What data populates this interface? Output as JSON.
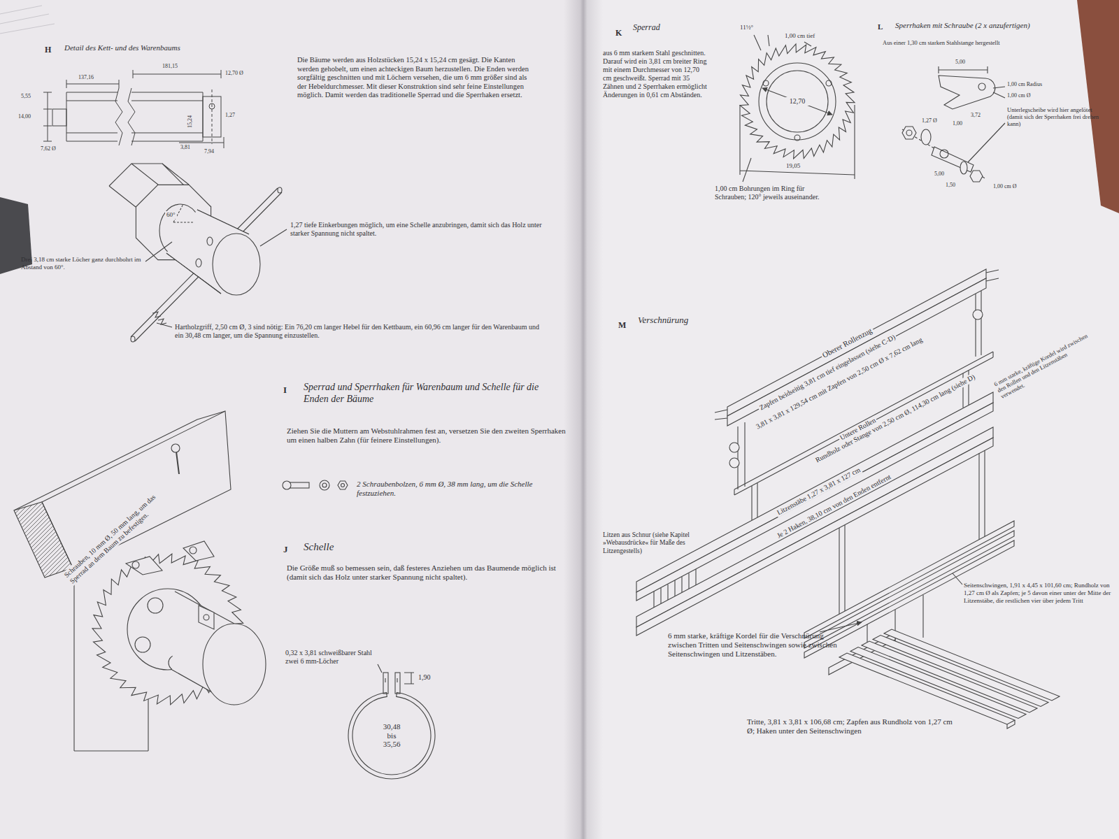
{
  "diagram": {
    "nodes": [
      {
        "text": [
          "30,48 bis 35,56"
        ]
      },
      {
        "text": [
          "12,70"
        ]
      }
    ],
    "labels": [
      "H",
      "Detail des Kett- und des Warenbaums",
      "5,55",
      "14,00",
      "7,62 Ø",
      "137,16",
      "181,15",
      "12,70 Ø",
      "15,24",
      "1,27",
      "3,81",
      "7,94",
      "Die Bäume werden aus Holzstücken 15,24 x 15,24 cm gesägt. Die Kanten werden gehobelt, um einen achteckigen Baum herzustellen. Die Enden werden sorgfältig geschnitten und mit Löchern versehen, die um 6 mm größer sind als der Hebeldurchmesser. Mit dieser Konstruktion sind sehr feine Einstellungen möglich. Damit werden das traditionelle Sperrad und die Sperrhaken ersetzt.",
      "60°",
      "1,27 tiefe Einkerbungen möglich, um eine Schelle anzubringen, damit sich das Holz unter starker Spannung nicht spaltet.",
      "Drei 3,18 cm starke Löcher ganz durchbohrt im Abstand von 60°.",
      "Hartholzgriff, 2,50 cm Ø, 3 sind nötig: Ein 76,20 cm langer Hebel für den Kettbaum, ein 60,96 cm langer für den Warenbaum und ein 30,48 cm langer, um die Spannung einzustellen.",
      "I",
      "Sperrad und Sperrhaken für Warenbaum und Schelle für die Enden der Bäume",
      "Ziehen Sie die Muttern am Webstuhlrahmen fest an, versetzen Sie den zweiten Sperrhaken um einen halben Zahn (für feinere Einstellungen).",
      "2 Schraubenbolzen, 6 mm Ø, 38 mm lang, um die Schelle festzuziehen.",
      "Schrauben, 10 mm Ø, 50 mm lang, um das Sperrad an dem Baum zu befestigen.",
      "J",
      "Schelle",
      "Die Größe muß so bemessen sein, daß festeres Anziehen um das Baumende möglich ist (damit sich das Holz unter starker Spannung nicht spaltet).",
      "0,32 x 3,81 schweißbarer Stahl zwei 6 mm-Löcher",
      "1,90",
      "K",
      "Sperrad",
      "aus 6 mm starkem Stahl geschnitten. Darauf wird ein 3,81 cm breiter Ring mit einem Durchmesser von 12,70 cm geschweißt. Sperrad mit 35 Zähnen und 2 Sperrhaken ermöglicht Änderungen in 0,61 cm Abständen.",
      "11½°",
      "1,00 cm tief",
      "19,05",
      "1,00 cm Bohrungen im Ring für Schrauben; 120° jeweils auseinander.",
      "L",
      "Sperrhaken mit Schraube (2 x anzufertigen)",
      "Aus einer 1,30 cm starken Stahlstange hergestellt",
      "5,00",
      "1,00 cm Radius",
      "3,72",
      "1,00 cm Ø",
      "1,00",
      "1,27 Ø",
      "Unterlegscheibe wird hier angelötet (damit sich der Sperrhaken frei drehen kann)",
      "5,00",
      "1,50",
      "1,00 cm Ø",
      "M",
      "Verschnürung",
      "Oberer Rollenzug",
      "Zapfen beidseitig 3,81 cm tief eingelassen (siehe C-D)",
      "3,81 x 3,81 x 129,54 cm mit Zapfen von 2,50 cm Ø x 7,62 cm lang",
      "Untere Rollen",
      "Rundholz oder Stange von 2,50 cm Ø, 114,30 cm lang (siehe D)",
      "6 mm starke, kräftige Kordel wird zwischen den Rollen und den Litzenstäben verwendet.",
      "Litzenstäbe 1,27 x 3,81 x 127 cm",
      "Je 2 Haken, 38,10 cm von den Enden entfernt",
      "Litzen aus Schnur (siehe Kapitel »Webausdrücke« für Maße des Litzengestells)",
      "Seitenschwingen, 1,91 x 4,45 x 101,60 cm; Rundholz von 1,27 cm Ø als Zapfen; je 5 davon einer unter der Mitte der Litzenstäbe, die restlichen vier über jedem Tritt",
      "6 mm starke, kräftige Kordel für die Verschnürung zwischen Tritten und Seitenschwingen sowie zwischen Seitenschwingen und Litzenstäben.",
      "Tritte, 3,81 x 3,81 x 106,68 cm; Zapfen aus Rundholz von 1,27 cm Ø; Haken unter den Seitenschwingen"
    ]
  }
}
